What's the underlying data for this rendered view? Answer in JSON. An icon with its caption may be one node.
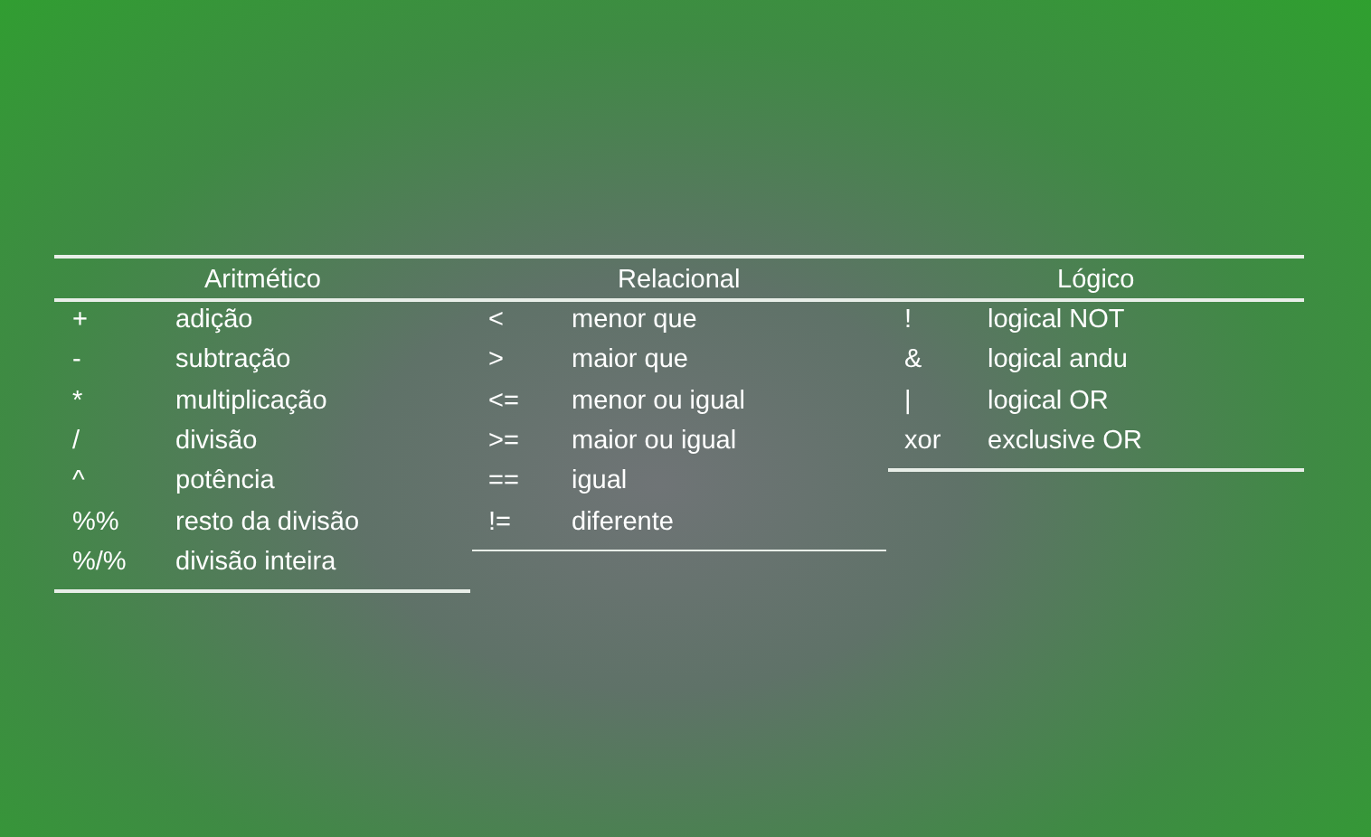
{
  "diagram": {
    "labels": [
      "Aritmético",
      "+",
      "adição",
      "-",
      "subtração",
      "*",
      "multiplicação",
      "/",
      "divisão",
      "^",
      "potência",
      "%%",
      "resto da divisão",
      "%/%",
      "divisão inteira",
      "Relacional",
      "<",
      "menor que",
      ">",
      "maior que",
      "<=",
      "menor ou igual",
      ">=",
      "maior ou igual",
      "==",
      "igual",
      "!=",
      "diferente",
      "Lógico",
      "!",
      "logical NOT",
      "&",
      "logical andu",
      "|",
      "logical OR",
      "xor",
      "exclusive OR"
    ]
  }
}
